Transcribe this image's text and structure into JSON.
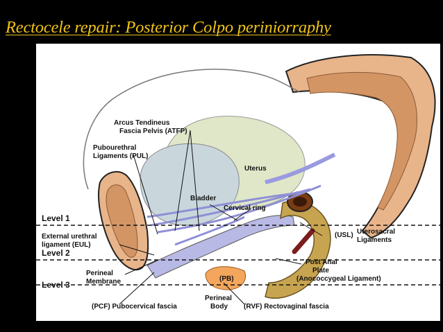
{
  "slide": {
    "title": "Rectocele repair: Posterior Colpo periniorraphy",
    "title_color": "#f0c319",
    "background": "#000000"
  },
  "diagram": {
    "levels": [
      "Level 1",
      "Level 2",
      "Level 3"
    ],
    "labels": {
      "atfp": [
        "Arcus Tendineus",
        "Fascia Pelvis (ATFP)"
      ],
      "pul": [
        "Pubourethral",
        "Ligaments (PUL)"
      ],
      "uterus": "Uterus",
      "bladder": "Bladder",
      "cervical_ring": "Cervical ring",
      "eul": [
        "External  urethral",
        "ligament (EUL)"
      ],
      "perineal_membrane": [
        "Perineal",
        "Membrane"
      ],
      "usl_abbr": "(USL)",
      "usl": [
        "Uterosacral",
        "Ligaments"
      ],
      "post_anal": [
        "Post Anal",
        "Plate",
        "(Anococcygeal Ligament)"
      ],
      "pb": "(PB)",
      "perineal_body": [
        "Perineal",
        "Body"
      ],
      "pcf": "(PCF) Pubocervical fascia",
      "rvf": "(RVF) Rectovaginal fascia"
    },
    "colors": {
      "bone": "#e8b48a",
      "bone_inner": "#d49565",
      "uterus": "#dfe7c8",
      "bladder": "#c9d7dd",
      "ligament": "#b9b9e6",
      "rectum": "#c7a44f",
      "perineal_body": "#f3a65c"
    }
  }
}
